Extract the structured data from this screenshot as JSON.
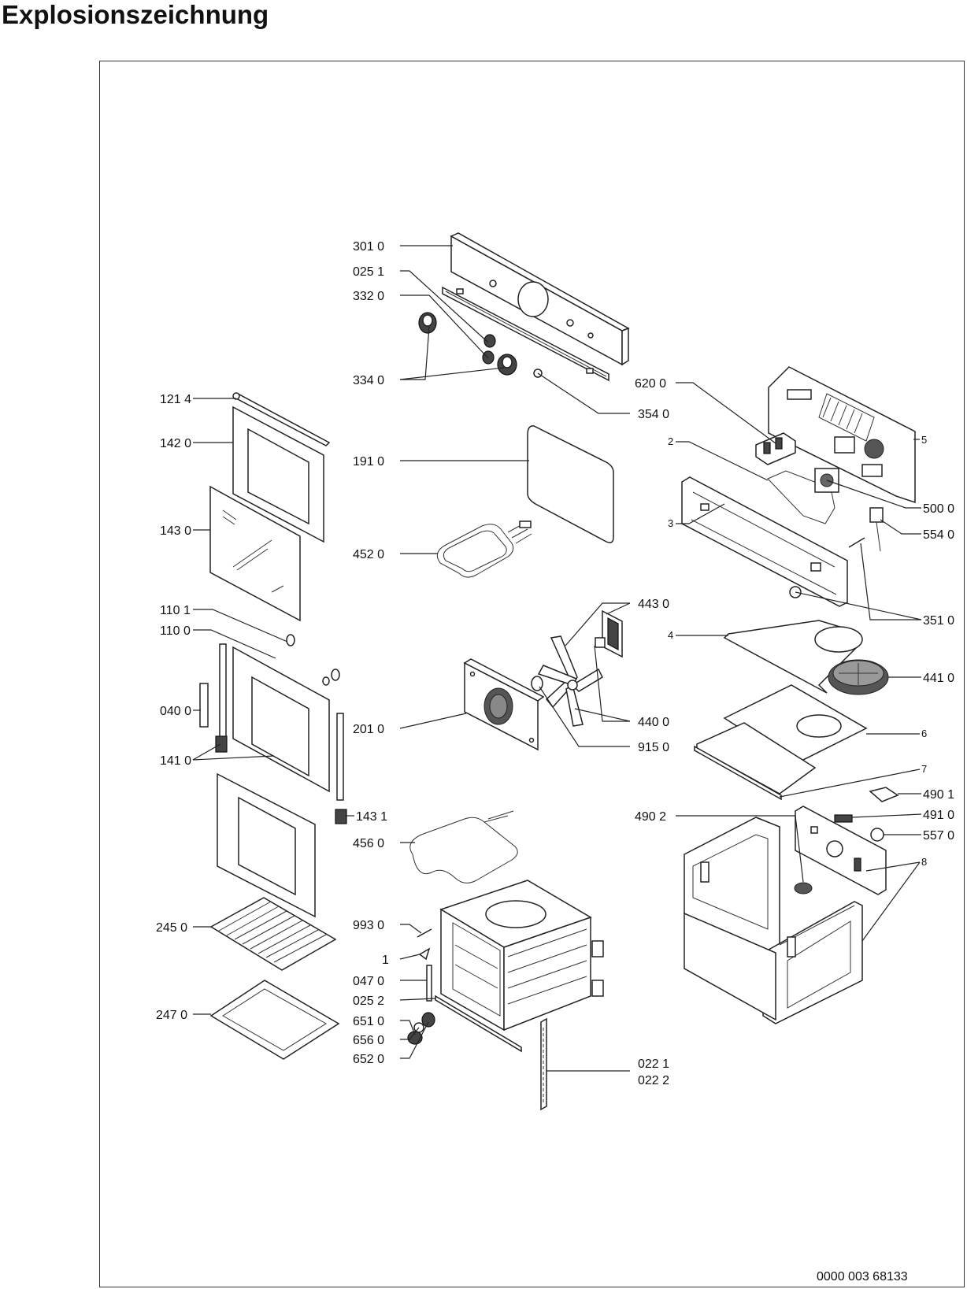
{
  "page": {
    "title": "Explosionszeichnung",
    "document_number": "0000 003 68133"
  },
  "labels": {
    "l3010": "301 0",
    "l0251": "025 1",
    "l3320": "332 0",
    "l3340": "334 0",
    "l3540": "354 0",
    "l1214": "121 4",
    "l1420": "142 0",
    "l1430": "143 0",
    "l1101": "110 1",
    "l1100": "110 0",
    "l0400": "040 0",
    "l1410": "141 0",
    "l1431": "143 1",
    "l2450": "245 0",
    "l2470": "247 0",
    "l1910": "191 0",
    "l4520": "452 0",
    "l2010": "201 0",
    "l4560": "456 0",
    "l4430": "443 0",
    "l4400": "440 0",
    "l9150": "915 0",
    "l9930": "993 0",
    "l1": "1",
    "l0470": "047 0",
    "l0252": "025 2",
    "l6510": "651 0",
    "l6560": "656 0",
    "l6520": "652 0",
    "l0221": "022 1",
    "l0222": "022 2",
    "l6200": "620 0",
    "l2": "2",
    "l5": "5",
    "l5000": "500 0",
    "l5540": "554 0",
    "l3": "3",
    "l3510": "351 0",
    "l4": "4",
    "l4410": "441 0",
    "l6": "6",
    "l7": "7",
    "l4901": "490 1",
    "l4902": "490 2",
    "l4910": "491 0",
    "l5570": "557 0",
    "l8": "8"
  }
}
